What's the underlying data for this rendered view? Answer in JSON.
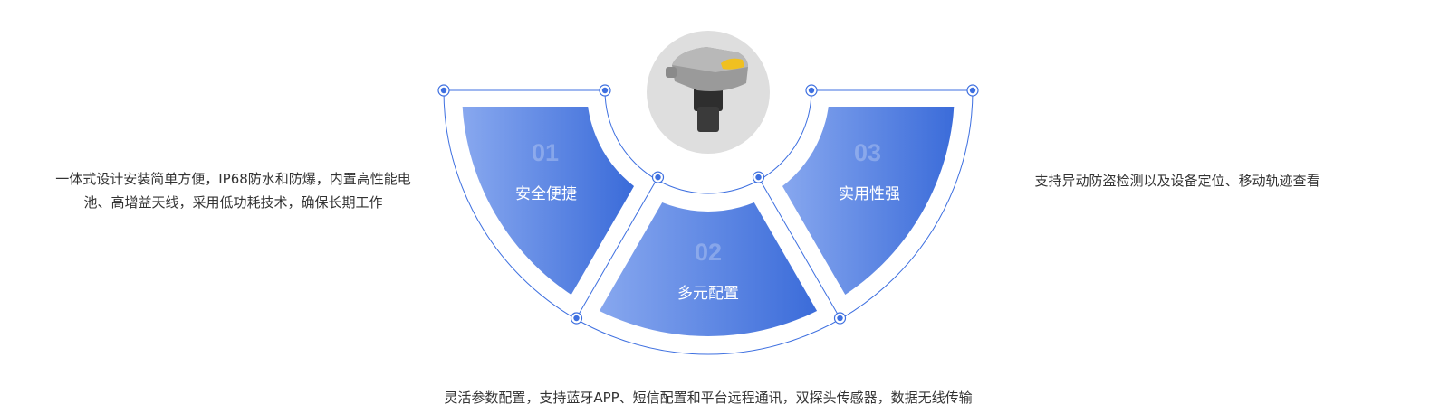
{
  "features": [
    {
      "number": "01",
      "title": "安全便捷"
    },
    {
      "number": "02",
      "title": "多元配置"
    },
    {
      "number": "03",
      "title": "实用性强"
    }
  ],
  "descriptions": {
    "left": "一体式设计安装简单方便，IP68防水和防爆，内置高性能电池、高增益天线，采用低功耗技术，确保长期工作",
    "right": "支持异动防盗检测以及设备定位、移动轨迹查看",
    "bottom": "灵活参数配置，支持蓝牙APP、短信配置和平台远程通讯，双探头传感器，数据无线传输"
  },
  "colors": {
    "accent": "#3a6bd9",
    "light": "#88a8ef",
    "line": "#3d6fe0"
  }
}
